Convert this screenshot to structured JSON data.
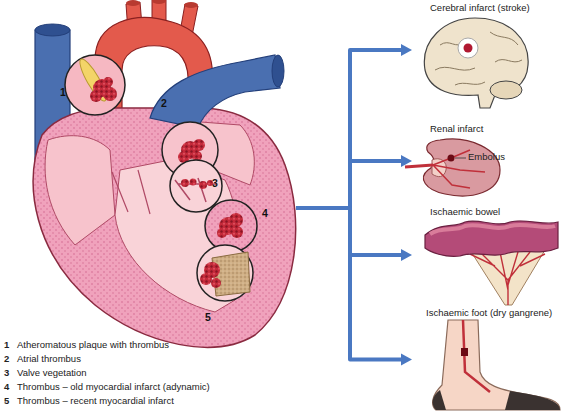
{
  "diagram": {
    "nodes": [
      {
        "text": [
          "1",
          "2",
          "3",
          "4",
          "5"
        ]
      },
      {
        "text": [
          "Cerebral infarct (stroke)"
        ]
      },
      {
        "text": [
          "Renal infarct"
        ]
      },
      {
        "text": [
          "Ischaemic bowel"
        ]
      },
      {
        "text": [
          "Ischaemic foot (dry gangrene)"
        ]
      }
    ],
    "edges": [
      {
        "from": 0,
        "to": 1,
        "arrow": "to"
      },
      {
        "from": 0,
        "to": 2,
        "arrow": "to"
      },
      {
        "from": 0,
        "to": 3,
        "arrow": "to"
      },
      {
        "from": 0,
        "to": 4,
        "arrow": "to"
      }
    ],
    "labels": [
      "Embolus",
      "1",
      "Atheromatous plaque with thrombus",
      "2",
      "Atrial thrombus",
      "3",
      "Valve vegetation",
      "4",
      "Thrombus – old myocardial infarct (adynamic)",
      "5",
      "Thrombus – recent myocardial infarct"
    ]
  }
}
